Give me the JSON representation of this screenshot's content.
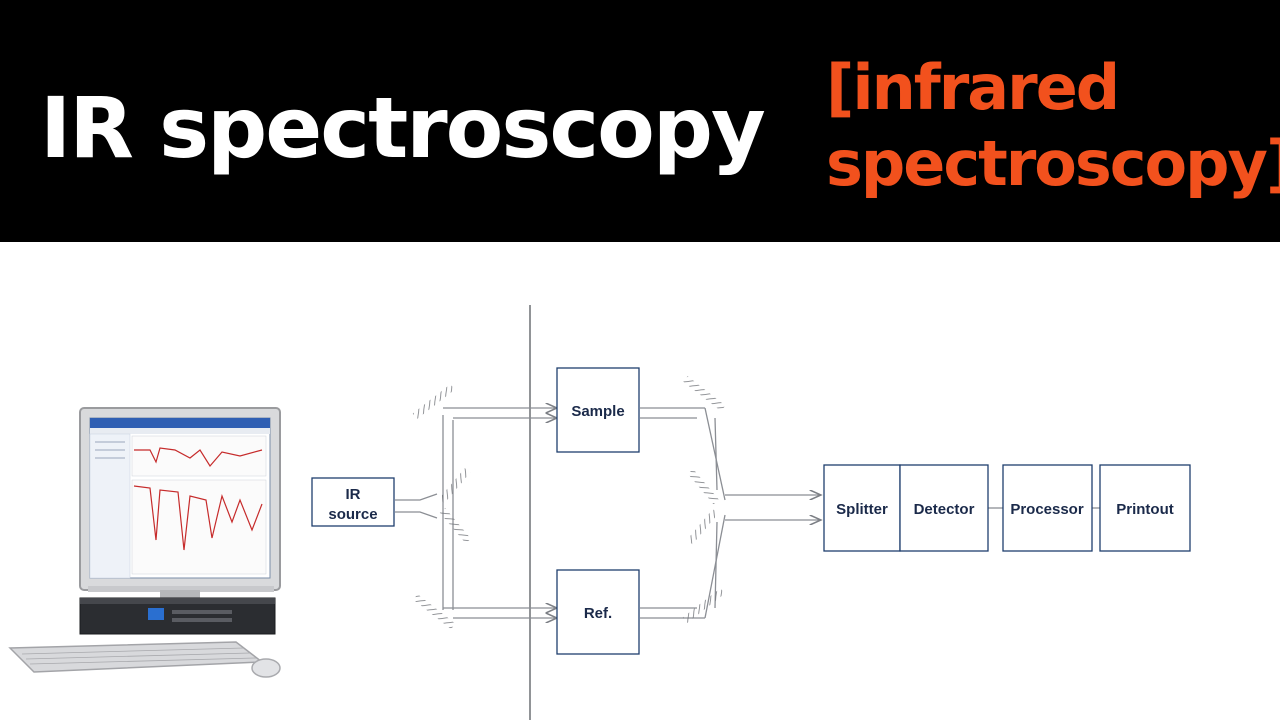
{
  "header": {
    "title": "IR spectroscopy",
    "subtitle_line1": "[infrared",
    "subtitle_line2": "spectroscopy]"
  },
  "diagram": {
    "ir_source_line1": "IR",
    "ir_source_line2": "source",
    "sample": "Sample",
    "reference": "Ref.",
    "splitter": "Splitter",
    "detector": "Detector",
    "processor": "Processor",
    "printout": "Printout"
  },
  "colors": {
    "banner_bg": "#000000",
    "title": "#ffffff",
    "subtitle": "#f2511d",
    "box_stroke": "#1f3f6e",
    "box_text": "#1b2a4a"
  },
  "icons": [
    "desktop-computer-icon",
    "mirror-icon"
  ]
}
